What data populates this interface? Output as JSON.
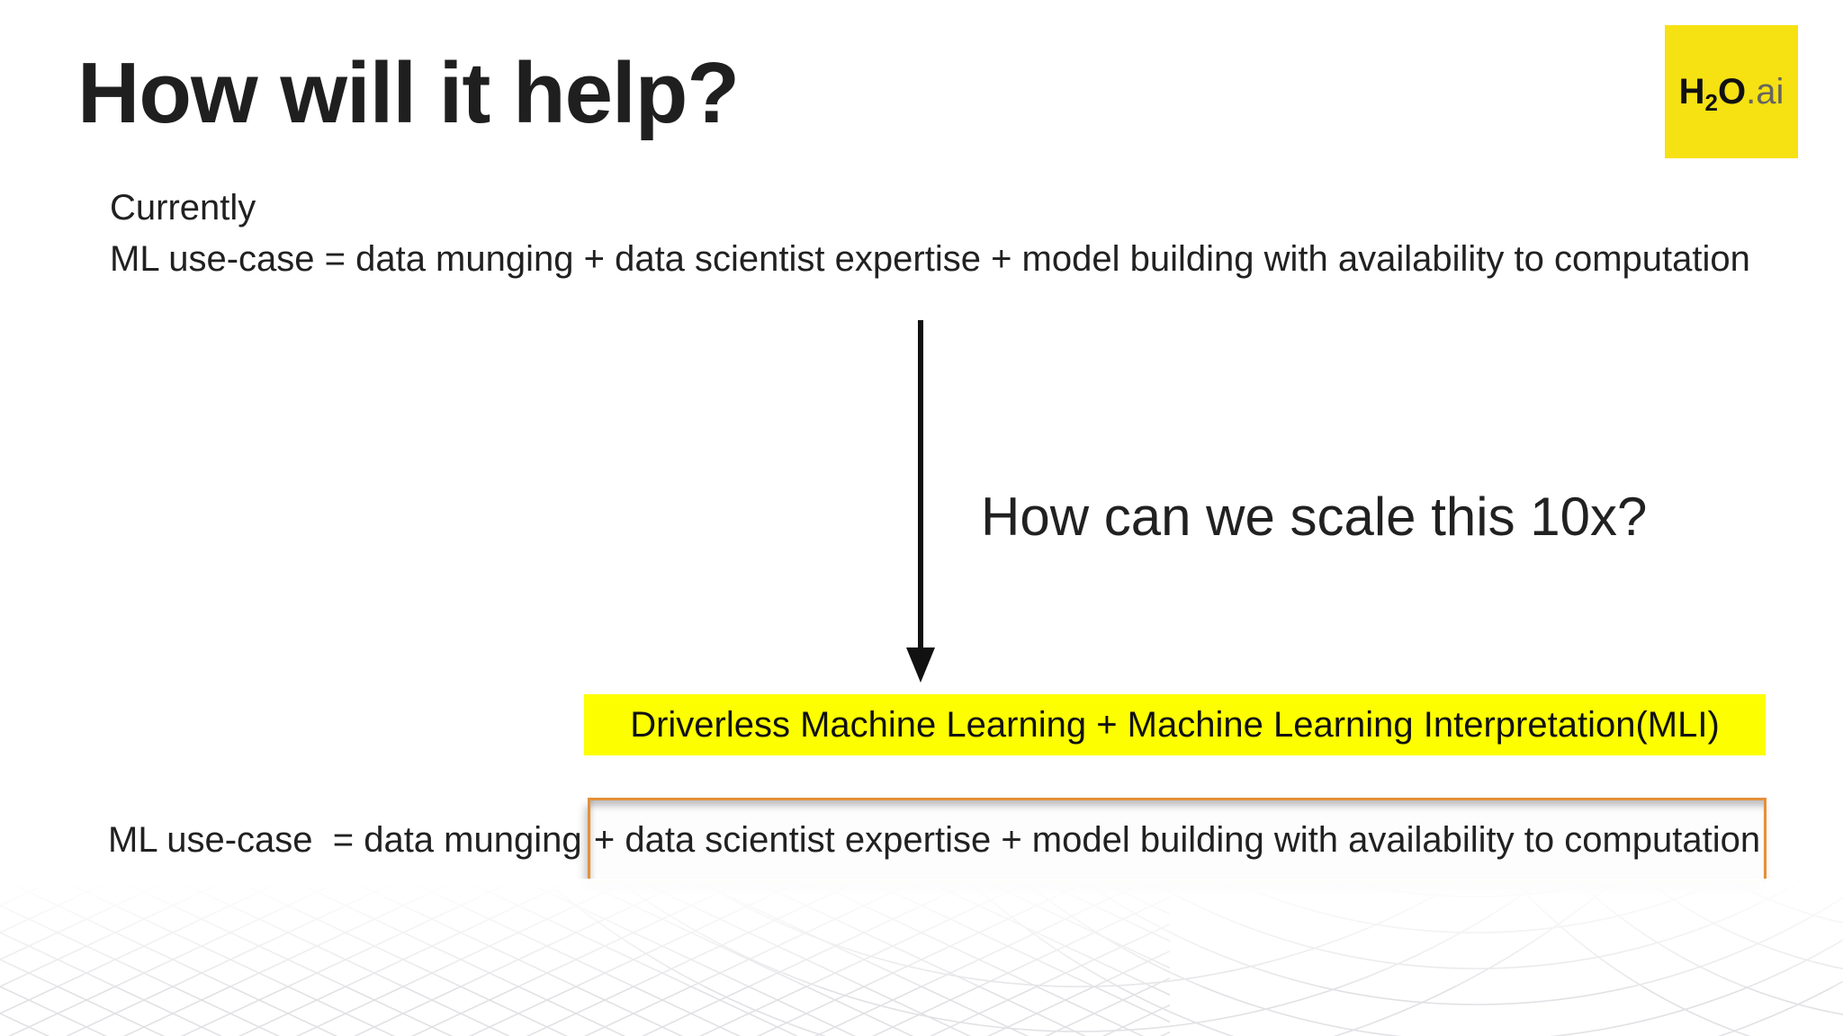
{
  "slide": {
    "title": "How will it help?",
    "currently": "Currently",
    "equation": "ML use-case = data munging + data scientist expertise + model building with availability to computation",
    "question": "How can we scale this 10x?",
    "highlight": "Driverless Machine Learning + Machine Learning Interpretation(MLI)",
    "result_prefix": "ML use-case  = data munging ",
    "result_boxed": "+ data scientist expertise + model building with availability to computation"
  },
  "logo": {
    "h": "H",
    "sub": "2",
    "o": "O",
    "suffix": ".ai"
  },
  "colors": {
    "title_text": "#1F1F1F",
    "body_text": "#212121",
    "highlight_bg": "#FDFF00",
    "logo_bg": "#F6E112",
    "logo_suffix_text": "#66655F",
    "result_box_border": "#E49038",
    "arrow": "#111111",
    "mesh_line": "#C9CAD1"
  }
}
